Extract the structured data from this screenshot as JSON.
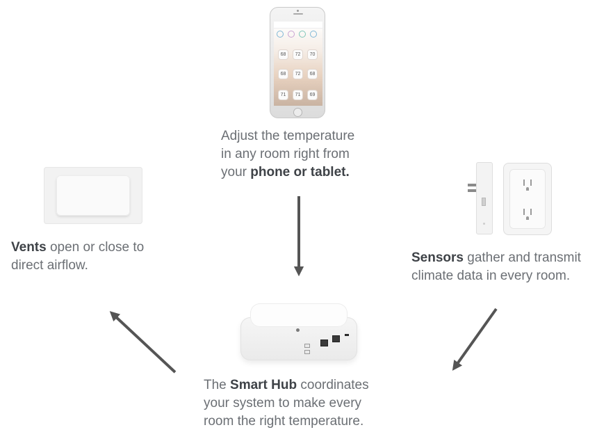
{
  "phone": {
    "caption_line1": "Adjust the temperature",
    "caption_line2": "in any room right from",
    "caption_line3_pre": "your ",
    "caption_line3_bold": "phone or tablet."
  },
  "vents": {
    "caption_bold": "Vents",
    "caption_rest": " open or close to",
    "caption_line2": "direct airflow."
  },
  "sensors": {
    "caption_bold": "Sensors",
    "caption_rest": " gather and transmit",
    "caption_line2": "climate data in every room."
  },
  "hub": {
    "caption_pre": "The ",
    "caption_bold": "Smart Hub",
    "caption_rest": " coordinates",
    "caption_line2": "your system to make every",
    "caption_line3": "room the right temperature."
  },
  "phone_screen": {
    "ring_colors": [
      "#7fb7d6",
      "#c9a3d3",
      "#7fc6b8",
      "#7fb7d6"
    ],
    "tiles": [
      "68",
      "72",
      "70",
      "68",
      "72",
      "68",
      "71",
      "71",
      "69"
    ]
  },
  "colors": {
    "arrow": "#555555",
    "bold_text": "#3e4247",
    "body_text": "#6b6f74"
  }
}
